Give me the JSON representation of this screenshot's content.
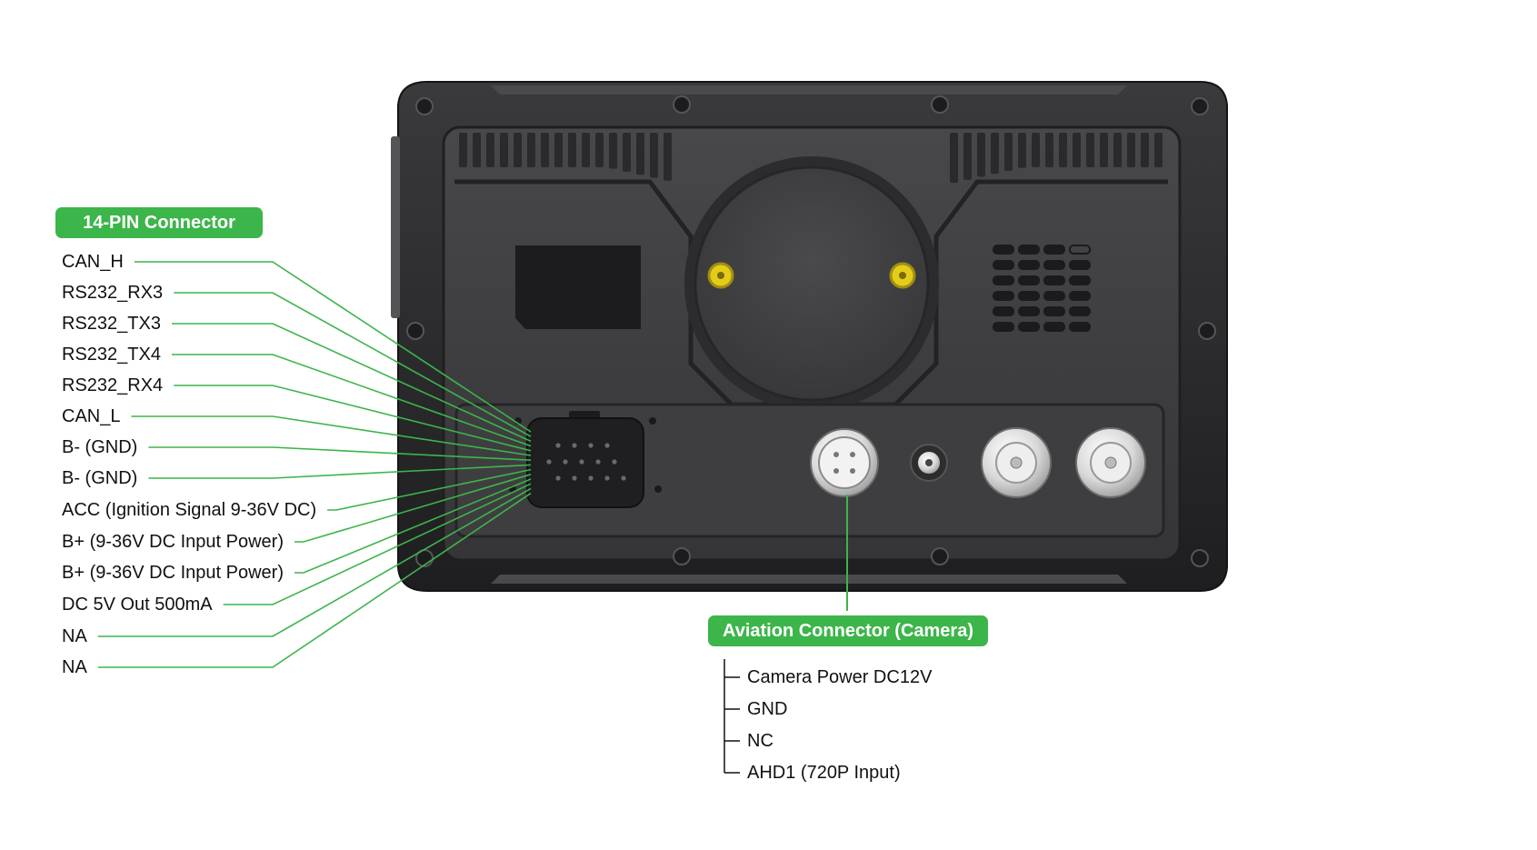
{
  "accent_color": "#3cb54a",
  "device": {
    "body_color": "#2b2b2d",
    "panel_color": "#3a3a3c",
    "screw_color": "#e4cc1b"
  },
  "pin_connector": {
    "title": "14-PIN Connector",
    "pins": [
      "CAN_H",
      "RS232_RX3",
      "RS232_TX3",
      "RS232_TX4",
      "RS232_RX4",
      "CAN_L",
      "B- (GND)",
      "B- (GND)",
      "ACC (Ignition Signal 9-36V DC)",
      "B+ (9-36V DC Input Power)",
      "B+ (9-36V DC Input Power)",
      "DC 5V Out 500mA",
      "NA",
      "NA"
    ]
  },
  "aviation_connector": {
    "title": "Aviation Connector (Camera)",
    "pins": [
      "Camera Power DC12V",
      "GND",
      "NC",
      "AHD1 (720P Input)"
    ]
  }
}
